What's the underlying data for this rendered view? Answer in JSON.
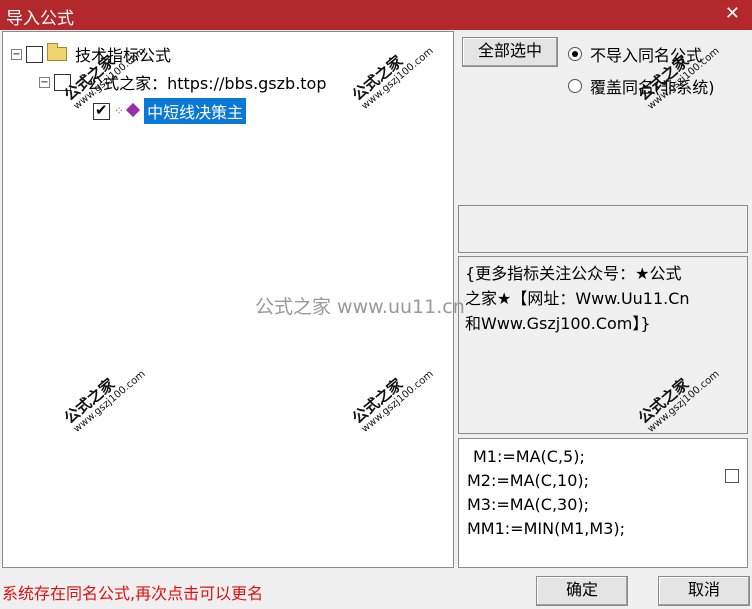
{
  "window": {
    "title": "导入公式",
    "close_glyph": "✕"
  },
  "tree": {
    "root": {
      "label": "技术指标公式"
    },
    "child": {
      "label": "公式之家：https://bbs.gszb.top"
    },
    "leaf": {
      "label": "中短线决策主"
    }
  },
  "options": {
    "select_all_label": "全部选中",
    "radio1_label": "不导入同名公式",
    "radio2_label": "覆盖同名(非系统)"
  },
  "description": {
    "line1": "{更多指标关注公众号：★公式",
    "line2": "之家★【网址：Www.Uu11.Cn",
    "line3": "和Www.Gszj100.Com】}"
  },
  "code": {
    "line1": "M1:=MA(C,5);",
    "line2": "M2:=MA(C,10);",
    "line3": "M3:=MA(C,30);",
    "line4": "MM1:=MIN(M1,M3);"
  },
  "watermark": {
    "text": "公式之家 www.uu11.cn",
    "stamp_title": "公式之家",
    "stamp_url": "www.gszj100.com"
  },
  "status": "系统存在同名公式,再次点击可以更名",
  "buttons": {
    "ok": "确定",
    "cancel": "取消"
  }
}
